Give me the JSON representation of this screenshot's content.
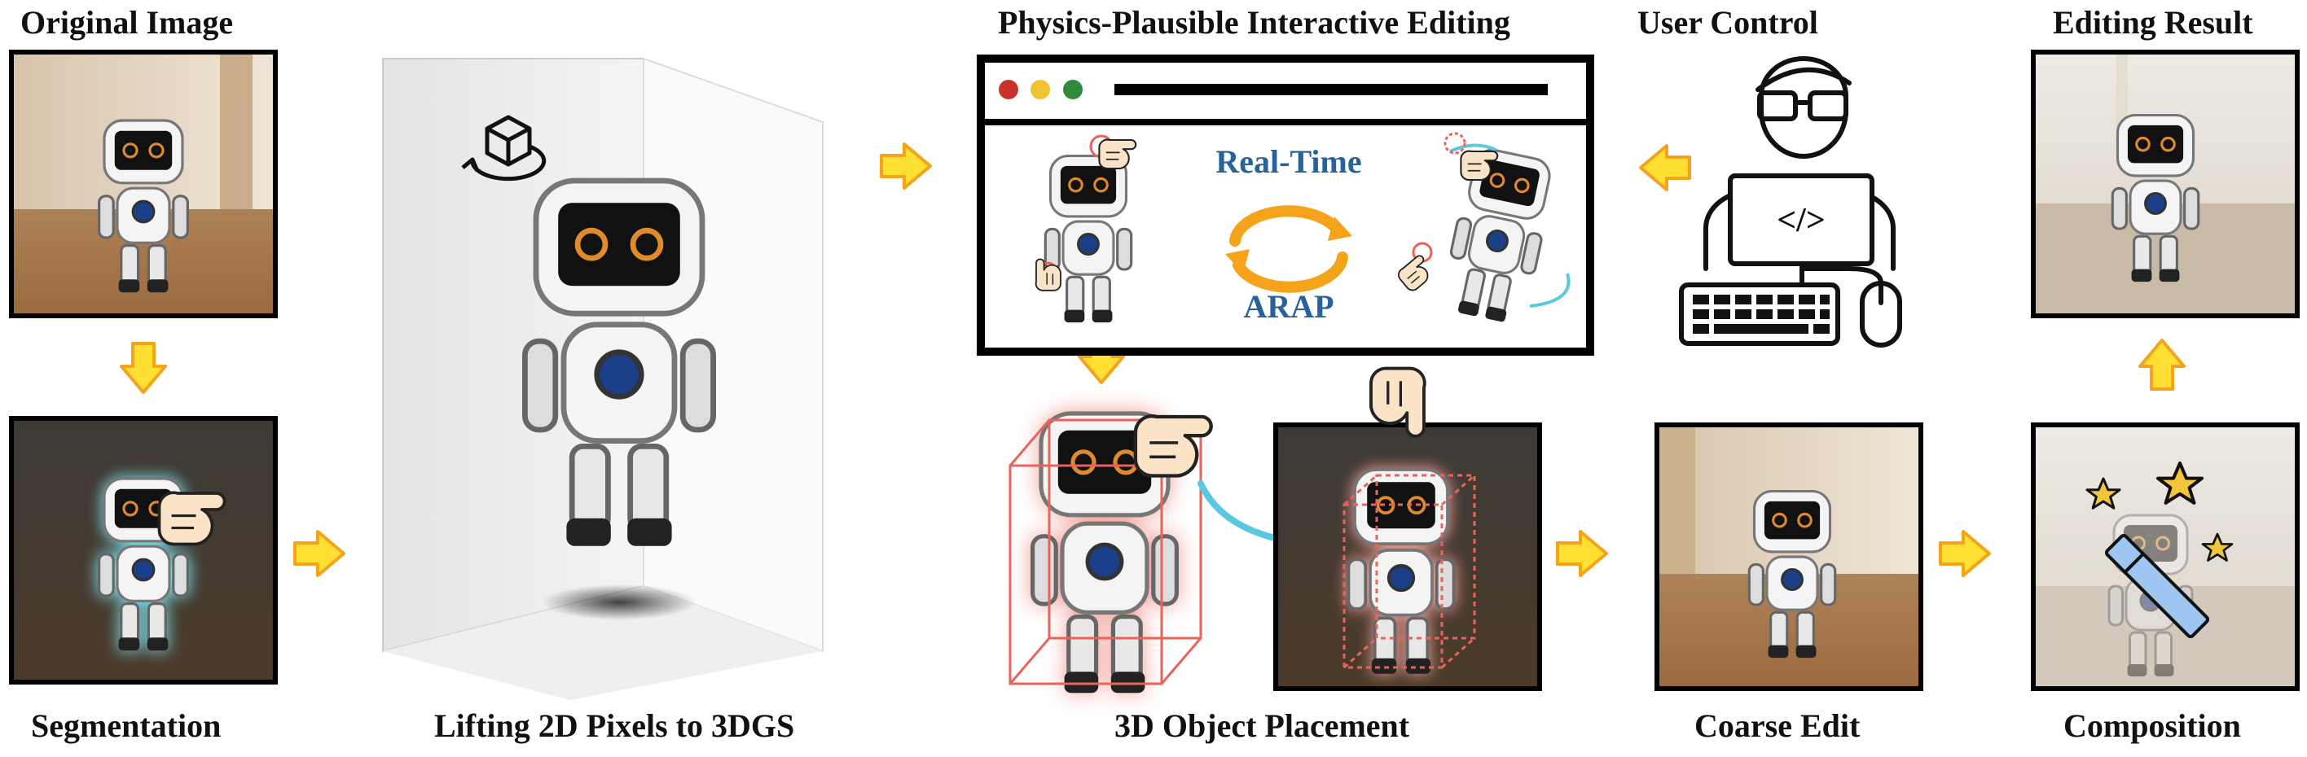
{
  "labels": {
    "original_image": "Original Image",
    "segmentation": "Segmentation",
    "lifting": "Lifting 2D Pixels to 3DGS",
    "physics_editing": "Physics-Plausible Interactive Editing",
    "object_placement": "3D Object Placement",
    "user_control": "User Control",
    "coarse_edit": "Coarse Edit",
    "editing_result": "Editing Result",
    "composition": "Composition"
  },
  "editor": {
    "realtime": "Real-Time",
    "arap": "ARAP",
    "code_icon_text": "</>"
  },
  "colors": {
    "arrow_fill": "#ffe033",
    "arrow_stroke": "#f5a31a",
    "bbox_red": "#e8645a",
    "accent_blue": "#27629a",
    "cyan": "#5ac8e0",
    "dot_red": "#c8322b",
    "dot_yellow": "#f1c232",
    "dot_green": "#2f8a3b"
  }
}
